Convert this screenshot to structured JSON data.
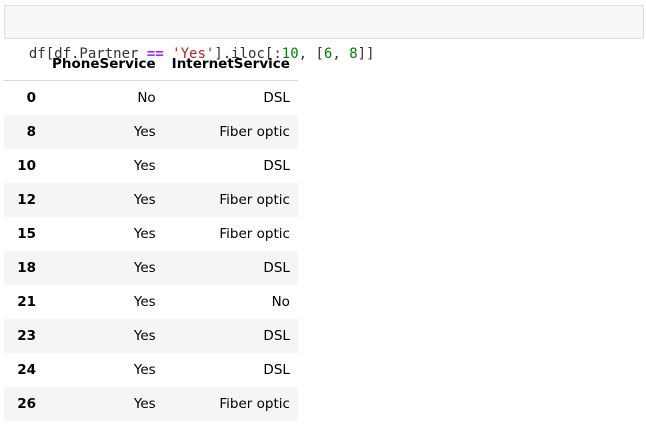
{
  "cell": {
    "code_tokens": [
      {
        "text": "df[df.Partner ",
        "kind": "plain"
      },
      {
        "text": "==",
        "kind": "op"
      },
      {
        "text": " ",
        "kind": "plain"
      },
      {
        "text": "'Yes'",
        "kind": "str"
      },
      {
        "text": "].iloc[:",
        "kind": "plain"
      },
      {
        "text": "10",
        "kind": "num"
      },
      {
        "text": ", [",
        "kind": "plain"
      },
      {
        "text": "6",
        "kind": "num"
      },
      {
        "text": ", ",
        "kind": "plain"
      },
      {
        "text": "8",
        "kind": "num"
      },
      {
        "text": "]]",
        "kind": "plain"
      }
    ]
  },
  "table": {
    "index_header": "",
    "columns": [
      "PhoneService",
      "InternetService"
    ],
    "rows": [
      {
        "index": "0",
        "values": [
          "No",
          "DSL"
        ]
      },
      {
        "index": "8",
        "values": [
          "Yes",
          "Fiber optic"
        ]
      },
      {
        "index": "10",
        "values": [
          "Yes",
          "DSL"
        ]
      },
      {
        "index": "12",
        "values": [
          "Yes",
          "Fiber optic"
        ]
      },
      {
        "index": "15",
        "values": [
          "Yes",
          "Fiber optic"
        ]
      },
      {
        "index": "18",
        "values": [
          "Yes",
          "DSL"
        ]
      },
      {
        "index": "21",
        "values": [
          "Yes",
          "No"
        ]
      },
      {
        "index": "23",
        "values": [
          "Yes",
          "DSL"
        ]
      },
      {
        "index": "24",
        "values": [
          "Yes",
          "DSL"
        ]
      },
      {
        "index": "26",
        "values": [
          "Yes",
          "Fiber optic"
        ]
      }
    ]
  },
  "colors": {
    "operator": "#aa22ff",
    "string": "#ba2121",
    "number": "#008000",
    "cell_background": "#f7f7f7",
    "row_stripe": "#f5f5f5"
  }
}
